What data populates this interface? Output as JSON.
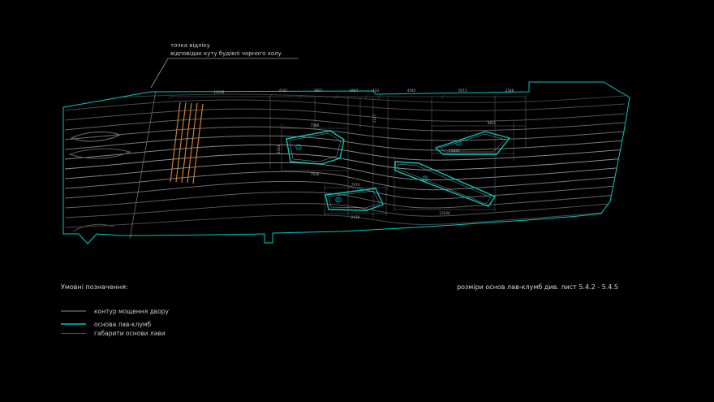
{
  "annotation": {
    "line1": "точка відліку",
    "line2": "відповідає куту будівлі чорного холу"
  },
  "note": "розміри основ лав-клумб див. лист 5.4.2 - 5.4.5",
  "legend": {
    "title": "Умовні позначення:",
    "items": [
      {
        "label": "контур мощення двору",
        "swatch_color": "#6f6f6f"
      },
      {
        "label": "основа лав-клумб",
        "swatch_color": "#00c8c3"
      },
      {
        "label": "габарити основи лави",
        "swatch_color": "#aab2b2"
      }
    ]
  },
  "plan": {
    "shapes": [
      {
        "label": "1"
      },
      {
        "label": "2"
      },
      {
        "label": "3"
      },
      {
        "label": "4"
      }
    ],
    "dims_top": [
      "14194",
      "4182",
      "3807",
      "3687",
      "443",
      "4540",
      "5073",
      "2546"
    ],
    "dims_detail": [
      "7589",
      "7636",
      "9821",
      "11421",
      "7474",
      "2430",
      "13104",
      "2434",
      "1127"
    ]
  },
  "colors": {
    "background": "#000000",
    "site_outline": "#00c8c3",
    "bench_base": "#00c8c3",
    "paving_contour": "#7a7a7a",
    "marking_orange": "#cf7d2e",
    "dimension": "#6a6a6a"
  }
}
